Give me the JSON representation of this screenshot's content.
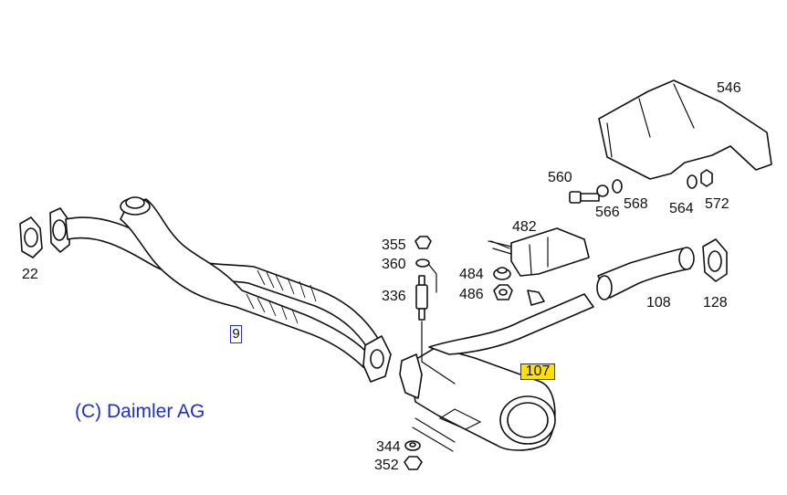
{
  "diagram": {
    "copyright": "(C) Daimler AG",
    "highlighted_part": "107",
    "boxed_part": "9",
    "parts": [
      {
        "id": "p22",
        "label": "22"
      },
      {
        "id": "p344",
        "label": "344"
      },
      {
        "id": "p352",
        "label": "352"
      },
      {
        "id": "p355",
        "label": "355"
      },
      {
        "id": "p360",
        "label": "360"
      },
      {
        "id": "p336",
        "label": "336"
      },
      {
        "id": "p482",
        "label": "482"
      },
      {
        "id": "p484",
        "label": "484"
      },
      {
        "id": "p486",
        "label": "486"
      },
      {
        "id": "p108",
        "label": "108"
      },
      {
        "id": "p128",
        "label": "128"
      },
      {
        "id": "p546",
        "label": "546"
      },
      {
        "id": "p560",
        "label": "560"
      },
      {
        "id": "p566",
        "label": "566"
      },
      {
        "id": "p568",
        "label": "568"
      },
      {
        "id": "p564",
        "label": "564"
      },
      {
        "id": "p572",
        "label": "572"
      }
    ],
    "colors": {
      "highlight": "#ffe100",
      "copyright": "#1f2fc8",
      "box": "#2233cc"
    }
  }
}
